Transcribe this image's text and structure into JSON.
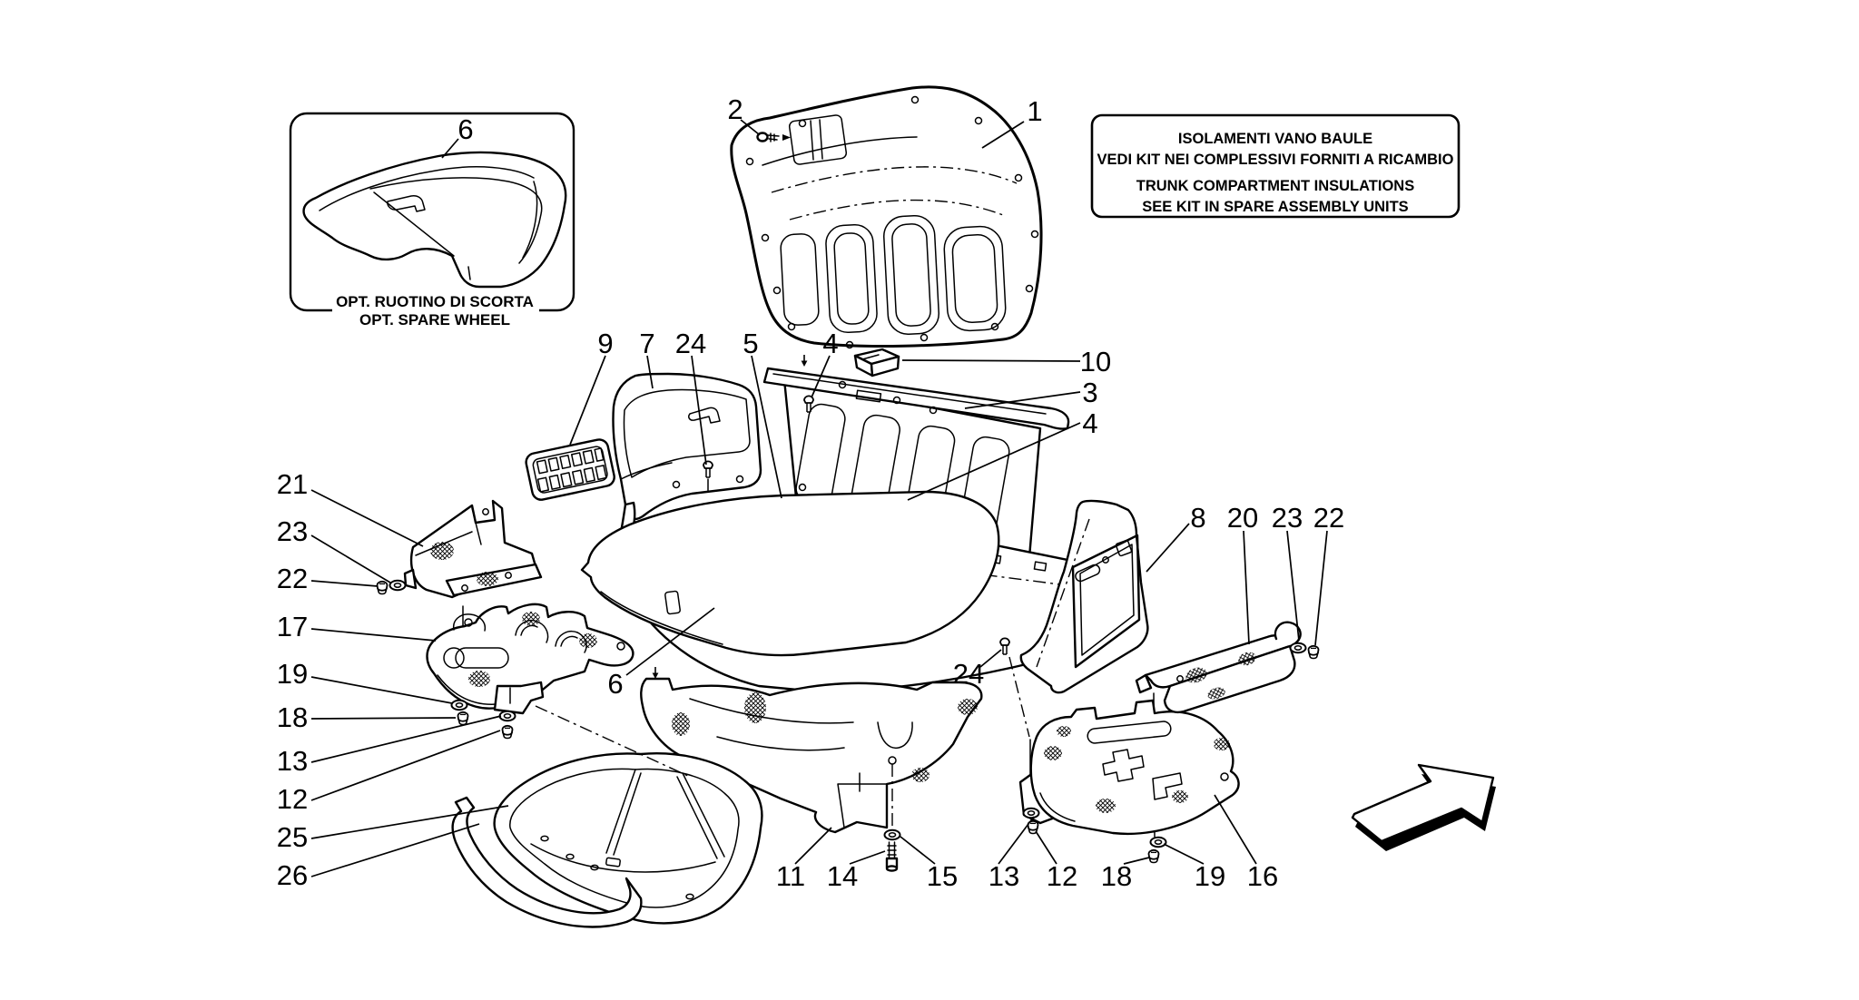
{
  "figure": {
    "type": "exploded-parts-diagram",
    "subject": "trunk compartment insulation and trim panels",
    "background_color": "#ffffff",
    "line_color": "#000000"
  },
  "inset": {
    "caption_line1": "OPT. RUOTINO DI SCORTA",
    "caption_line2": "OPT. SPARE WHEEL"
  },
  "note_box": {
    "lines": [
      "ISOLAMENTI VANO BAULE",
      "VEDI KIT NEI COMPLESSIVI FORNITI A RICAMBIO",
      "TRUNK COMPARTMENT INSULATIONS",
      "SEE KIT IN SPARE ASSEMBLY UNITS"
    ]
  },
  "callouts": [
    {
      "id": "inset-6",
      "label": "6"
    },
    {
      "id": "top-2",
      "label": "2"
    },
    {
      "id": "top-1",
      "label": "1"
    },
    {
      "id": "mid-9",
      "label": "9"
    },
    {
      "id": "mid-7",
      "label": "7"
    },
    {
      "id": "mid-24",
      "label": "24"
    },
    {
      "id": "mid-5",
      "label": "5"
    },
    {
      "id": "mid-4",
      "label": "4"
    },
    {
      "id": "right-10",
      "label": "10"
    },
    {
      "id": "right-3",
      "label": "3"
    },
    {
      "id": "right-4",
      "label": "4"
    },
    {
      "id": "right-8",
      "label": "8"
    },
    {
      "id": "right-20",
      "label": "20"
    },
    {
      "id": "right-23",
      "label": "23"
    },
    {
      "id": "right-22",
      "label": "22"
    },
    {
      "id": "left-21",
      "label": "21"
    },
    {
      "id": "left-23",
      "label": "23"
    },
    {
      "id": "left-22",
      "label": "22"
    },
    {
      "id": "left-17",
      "label": "17"
    },
    {
      "id": "left-19",
      "label": "19"
    },
    {
      "id": "left-18",
      "label": "18"
    },
    {
      "id": "left-13",
      "label": "13"
    },
    {
      "id": "left-12",
      "label": "12"
    },
    {
      "id": "left-25",
      "label": "25"
    },
    {
      "id": "left-26",
      "label": "26"
    },
    {
      "id": "center-6",
      "label": "6"
    },
    {
      "id": "center-24",
      "label": "24"
    },
    {
      "id": "bottom-11",
      "label": "11"
    },
    {
      "id": "bottom-14",
      "label": "14"
    },
    {
      "id": "bottom-15",
      "label": "15"
    },
    {
      "id": "bottom-13",
      "label": "13"
    },
    {
      "id": "bottom-12",
      "label": "12"
    },
    {
      "id": "bottom-18",
      "label": "18"
    },
    {
      "id": "bottom-19",
      "label": "19"
    },
    {
      "id": "bottom-16",
      "label": "16"
    }
  ]
}
